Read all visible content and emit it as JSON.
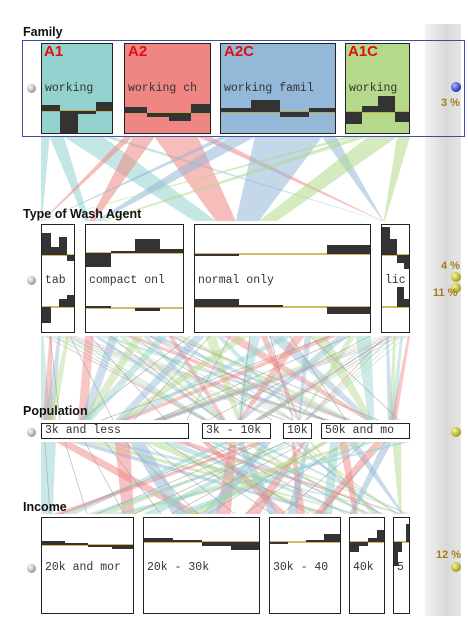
{
  "dimensions": [
    {
      "title": "Family",
      "percent_labels": [
        "3 %"
      ],
      "categories": [
        {
          "code": "A1",
          "label": "working",
          "color": "#93d2cf"
        },
        {
          "code": "A2",
          "label": "working ch",
          "color": "#f08683"
        },
        {
          "code": "A2C",
          "label": "working famil",
          "color": "#93b8d8"
        },
        {
          "code": "A1C",
          "label": "working",
          "color": "#b5d98a"
        }
      ]
    },
    {
      "title": "Type of Wash Agent",
      "percent_labels": [
        "4 %",
        "11 %"
      ],
      "categories": [
        {
          "label": "tab"
        },
        {
          "label": "compact onl"
        },
        {
          "label": "normal only"
        },
        {
          "label": "lic"
        }
      ]
    },
    {
      "title": "Population",
      "percent_labels": [],
      "categories": [
        {
          "label": "3k and less"
        },
        {
          "label": "3k - 10k"
        },
        {
          "label": "10k"
        },
        {
          "label": "50k and mo"
        }
      ]
    },
    {
      "title": "Income",
      "percent_labels": [
        "12 %"
      ],
      "categories": [
        {
          "label": "20k and mor"
        },
        {
          "label": "20k - 30k"
        },
        {
          "label": "30k - 40"
        },
        {
          "label": "40k"
        },
        {
          "label": "5"
        }
      ]
    }
  ],
  "colors": {
    "A1": "#93d2cf",
    "A2": "#f08683",
    "A2C": "#93b8d8",
    "A1C": "#b5d98a",
    "selection_border": "#3e4da8",
    "percent_text": "#a47c1a",
    "category_code": "#e01010"
  }
}
